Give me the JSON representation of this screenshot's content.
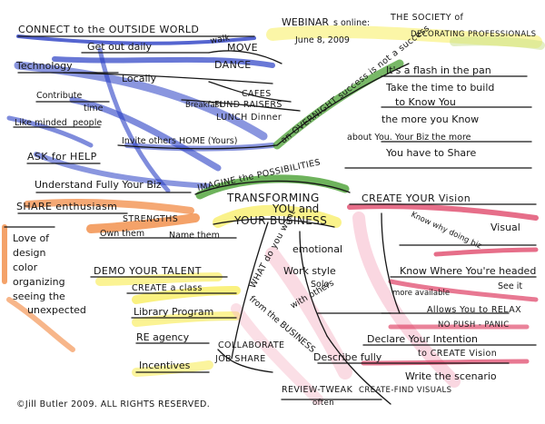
{
  "center": {
    "line1": "IMAGINE the POSSIBILITIES",
    "line2": "TRANSFORMING",
    "line3": "YOU and",
    "line4": "YOUR BUSINESS"
  },
  "header": {
    "webinar": "WEBINAR",
    "online": "s online:",
    "date": "June 8, 2009",
    "org_line1": "THE SOCIETY of",
    "org_line2": "DECORATING PROFESSIONALS"
  },
  "outside": {
    "title": "CONNECT to the OUTSIDE WORLD",
    "items": [
      "Get out daily",
      "walk",
      "MOVE",
      "DANCE",
      "Technology",
      "Locally",
      "CAFES",
      "FUND RAISERS",
      "Breakfast",
      "LUNCH Dinner",
      "Contribute",
      "time",
      "Invite others HOME (Yours)",
      "Like minded",
      "people",
      "ASK for HELP"
    ]
  },
  "overnight": {
    "title": "an OVERNIGHT success is not a success",
    "items": [
      "It's a flash in the pan",
      "Take the time to build",
      "to Know You",
      "the more you Know",
      "about You. Your Biz the more",
      "You have to Share"
    ]
  },
  "understand": {
    "title": "Understand Fully Your Biz",
    "items": [
      "SHARE enthusiasm",
      "Love of",
      "design",
      "color",
      "organizing",
      "seeing the",
      "unexpected",
      "STRENGTHS",
      "Own them",
      "Name them"
    ]
  },
  "talent": {
    "title": "DEMO YOUR TALENT",
    "items": [
      "CREATE a class",
      "Library Program",
      "RE agency",
      "Incentives",
      "COLLABORATE",
      "JOB SHARE"
    ]
  },
  "vision": {
    "title": "CREATE YOUR Vision",
    "items": [
      "Visual",
      "Know why doing biz",
      "Know Where You're headed",
      "See it",
      "more available",
      "Allows You to RELAX",
      "NO PUSH - PANIC",
      "Declare Your Intention",
      "to CREATE Vision",
      "Describe fully",
      "Write the scenario",
      "CREATE-FIND VISUALS",
      "REVIEW-TWEAK",
      "often"
    ]
  },
  "whats": {
    "title": "WHAT do you want",
    "from": "from the BUSINESS",
    "items": [
      "emotional",
      "Work style",
      "Solo",
      "with others"
    ]
  },
  "footer": {
    "copyright": "©Jill Butler 2009. ALL RIGHTS RESERVED."
  },
  "colors": {
    "ink": "#161616",
    "blue": "#2a3fc4",
    "green": "#3e9a26",
    "orange": "#f07a2a",
    "yellow": "#f7ea3c",
    "pink": "#dc3057",
    "light_pink": "#f6b7c8"
  }
}
